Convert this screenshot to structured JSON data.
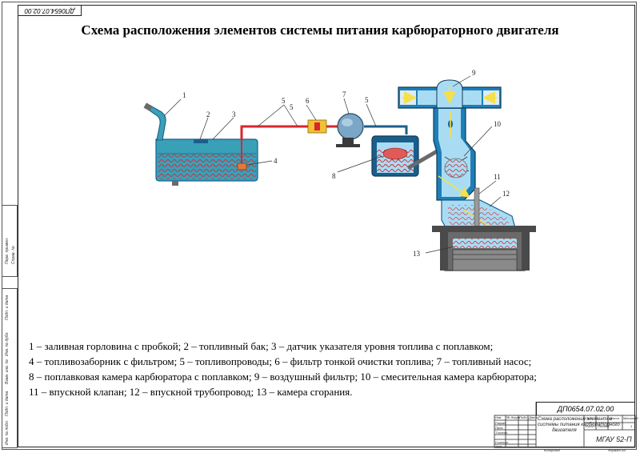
{
  "sheet": {
    "title": "Схема расположения элементов системы питания карбюраторного двигателя",
    "top_code": "ДП0654.07.02.00"
  },
  "diagram": {
    "callouts": [
      "1",
      "2",
      "3",
      "4",
      "5",
      "5",
      "6",
      "7",
      "5",
      "8",
      "9",
      "10",
      "11",
      "12",
      "13"
    ],
    "colors": {
      "fuel_blue": "#2a8fc0",
      "tank_teal": "#3aa0b8",
      "dark_blue": "#1a5f8c",
      "light_blue": "#a9dcf3",
      "fuel_red": "#d8262e",
      "engine_gray": "#6a6a6a",
      "arrow_yellow": "#f4e04a"
    }
  },
  "legend": {
    "line1": "1 – заливная горловина с пробкой; 2 – топливный бак; 3 – датчик указателя уровня топлива с поплавком;",
    "line2": "4 – топливозаборник с фильтром;   5 – топливопроводы; 6 – фильтр тонкой очистки топлива; 7 – топливный насос;",
    "line3": "8 – поплавковая камера карбюратора с поплавком;  9 – воздушный фильтр; 10 – смесительная камера карбюратора;",
    "line4": "11 – впускной клапан; 12 – впускной трубопровод; 13 – камера сгорания."
  },
  "title_block": {
    "doc_code": "ДП0654.07.02.00",
    "name_line1": "Схема расположения элементов",
    "name_line2": "системы питания карбюраторного",
    "name_line3": "двигателя",
    "organization": "МГАУ 52-П",
    "col_lit": "Лит",
    "col_mass": "Масса",
    "col_scale": "Масштаб",
    "sheet_label": "Лист",
    "sheets_label": "Листов",
    "sheets_count": "1",
    "row_razrab": "Разраб.",
    "row_prov": "Пров.",
    "row_tkontr": "Т.контр.",
    "row_nkontr": "Н.контр.",
    "row_utv": "Утв.",
    "col_izm": "Изм",
    "col_list": "Лист",
    "col_ndokum": "№ докум.",
    "col_podp": "Подп.",
    "col_data": "Дата",
    "footer_copied": "Копировал",
    "footer_format": "Формат  А4"
  },
  "side_strip": {
    "label_perv": "Перв. примен.",
    "label_sprav": "Справ. №",
    "label_podp_data1": "Подп. и дата",
    "label_inv_dubl": "Инв. № дубл.",
    "label_vzam_inv": "Взам. инв. №",
    "label_podp_data2": "Подп. и дата",
    "label_inv_podl": "Инв. № подл."
  }
}
